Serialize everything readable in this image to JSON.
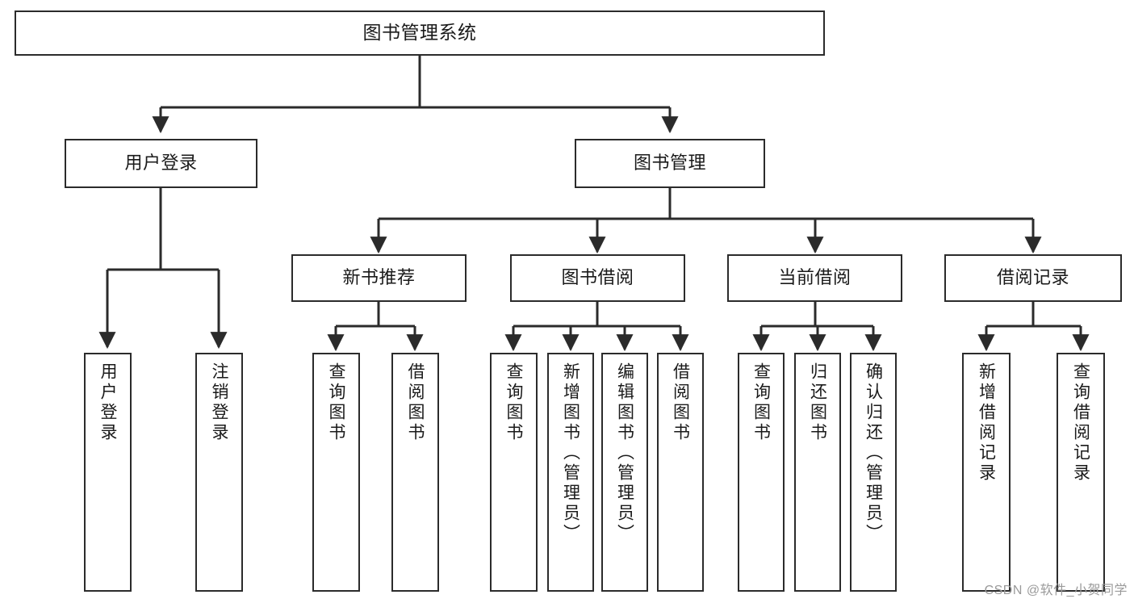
{
  "diagram": {
    "title": "图书管理系统",
    "type": "hierarchy-tree",
    "colors": {
      "box_border": "#2b2b2b",
      "box_fill": "#ffffff",
      "edge": "#2b2b2b",
      "text": "#1a1a1a",
      "watermark": "#9a9a9a"
    },
    "root": {
      "label": "图书管理系统"
    },
    "level1": [
      {
        "label": "用户登录"
      },
      {
        "label": "图书管理"
      }
    ],
    "level2": [
      {
        "label": "新书推荐"
      },
      {
        "label": "图书借阅"
      },
      {
        "label": "当前借阅"
      },
      {
        "label": "借阅记录"
      }
    ],
    "leaves": {
      "user_login": [
        {
          "label": "用户登录"
        },
        {
          "label": "注销登录"
        }
      ],
      "new_book_recommend": [
        {
          "label": "查询图书"
        },
        {
          "label": "借阅图书"
        }
      ],
      "book_borrow": [
        {
          "label": "查询图书"
        },
        {
          "label": "新增图书（管理员）"
        },
        {
          "label": "编辑图书（管理员）"
        },
        {
          "label": "借阅图书"
        }
      ],
      "current_borrow": [
        {
          "label": "查询图书"
        },
        {
          "label": "归还图书"
        },
        {
          "label": "确认归还（管理员）"
        }
      ],
      "borrow_record": [
        {
          "label": "新增借阅记录"
        },
        {
          "label": "查询借阅记录"
        }
      ]
    }
  },
  "watermark": {
    "text": "CSDN @软件_小贺同学"
  }
}
